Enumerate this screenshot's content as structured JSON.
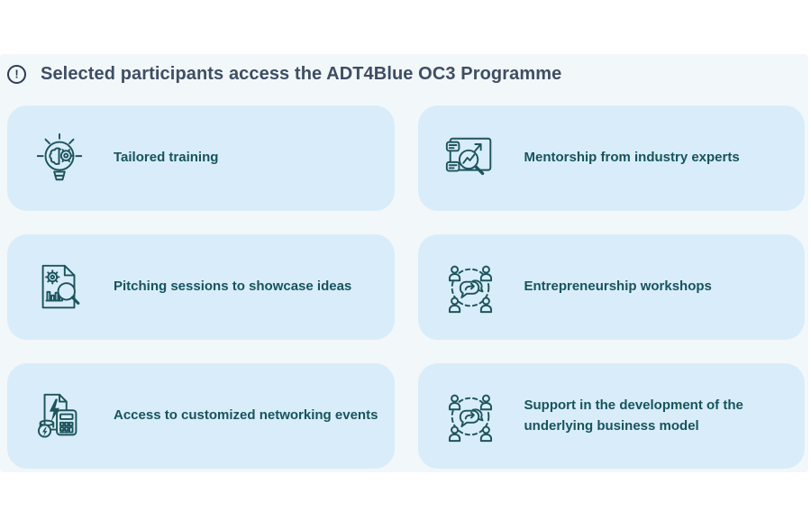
{
  "page": {
    "background": "#ffffff"
  },
  "panel": {
    "background": "#f2f7fa",
    "header": {
      "icon": "alert-circle-icon",
      "alert_glyph": "!",
      "title": "Selected participants access the ADT4Blue OC3 Programme",
      "title_color": "#3e4e63",
      "icon_color": "#2d3c52"
    }
  },
  "cards": {
    "background_color": "#d8edf9",
    "text_color": "#17535f",
    "icon_color": "#1d545e",
    "items": [
      {
        "label": "Tailored training",
        "icon": "lightbulb-brain-gear-icon"
      },
      {
        "label": "Mentorship from industry experts",
        "icon": "mentor-board-magnifier-icon"
      },
      {
        "label": "Pitching sessions to showcase ideas",
        "icon": "document-analysis-magnifier-icon"
      },
      {
        "label": "Entrepreneurship workshops",
        "icon": "group-discussion-icon"
      },
      {
        "label": "Access to customized networking events",
        "icon": "finance-document-calculator-icon"
      },
      {
        "label": "Support in the development of the underlying business model",
        "icon": "group-discussion-icon"
      }
    ]
  }
}
